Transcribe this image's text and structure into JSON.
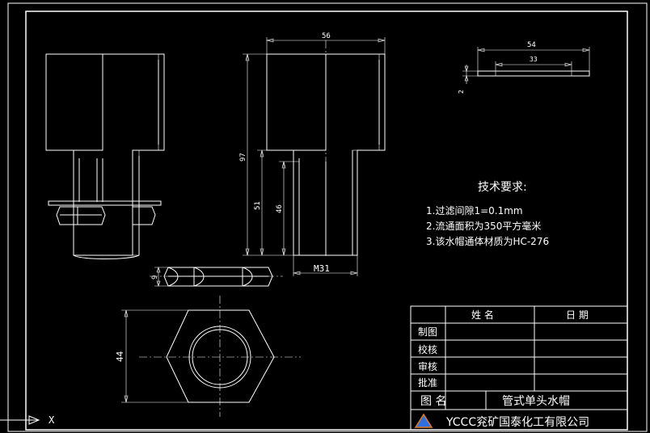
{
  "colors": {
    "background": "#000000",
    "lines": "#ffffff",
    "logo_blue": "#2f6fe0",
    "logo_orange": "#e07a1f"
  },
  "dimensions": {
    "top_width": "56",
    "total_height": "97",
    "height_51": "51",
    "height_46": "46",
    "thread": "M31",
    "nut_thickness": "9",
    "hex_height": "44",
    "washer_outer": "54",
    "washer_inner": "33",
    "washer_thickness": "2"
  },
  "tech_requirements": {
    "title": "技术要求:",
    "items": [
      "1.过滤间隙1=0.1mm",
      "2.流通面积为350平方毫米",
      "3.该水帽通体材质为HC-276"
    ]
  },
  "title_block": {
    "header_name": "姓 名",
    "header_date": "日 期",
    "rows": [
      "制图",
      "校核",
      "审核",
      "批准"
    ],
    "drawing_label": "图  名",
    "drawing_name": "管式单头水帽",
    "company": "YCCC兖矿国泰化工有限公司"
  },
  "ucs": {
    "x_label": "X"
  }
}
